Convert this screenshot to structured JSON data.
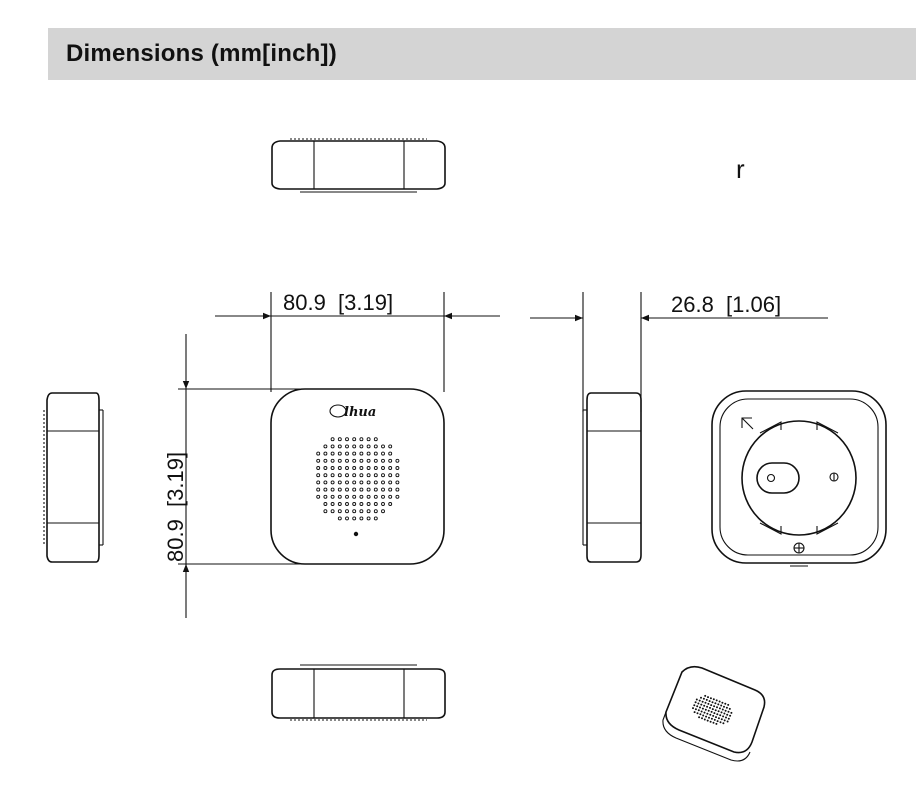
{
  "header": {
    "title": "Dimensions (mm[inch])"
  },
  "dimensions": {
    "width_label": "80.9  [3.19]",
    "depth_label": "26.8  [1.06]",
    "height_label": "80.9  [3.19]"
  },
  "stray_mark": "r",
  "colors": {
    "header_bg": "#d4d4d4",
    "ink": "#111111"
  },
  "icons": {
    "arrow_marker": "arrow-up-left-icon",
    "screw": "screw-icon",
    "logo": "brand-logo-icon"
  }
}
